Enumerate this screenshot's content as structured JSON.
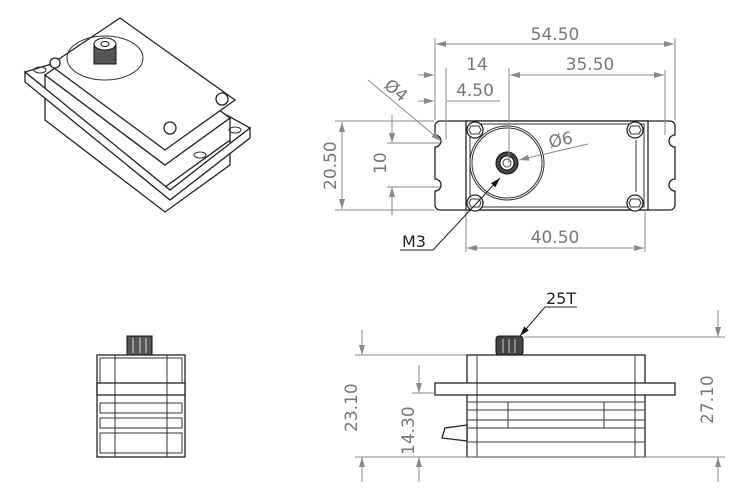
{
  "dimensions": {
    "overall_length": "54.50",
    "shaft_offset": "14",
    "shaft_to_end": "35.50",
    "slot_offset": "4.50",
    "slot_diameter": "Ø4",
    "shaft_diameter": "Ø6",
    "overall_width": "20.50",
    "slot_spacing": "10",
    "screw_thread": "M3",
    "case_length": "40.50",
    "spline_teeth": "25T",
    "case_height": "23.10",
    "flange_height": "14.30",
    "total_height": "27.10"
  }
}
